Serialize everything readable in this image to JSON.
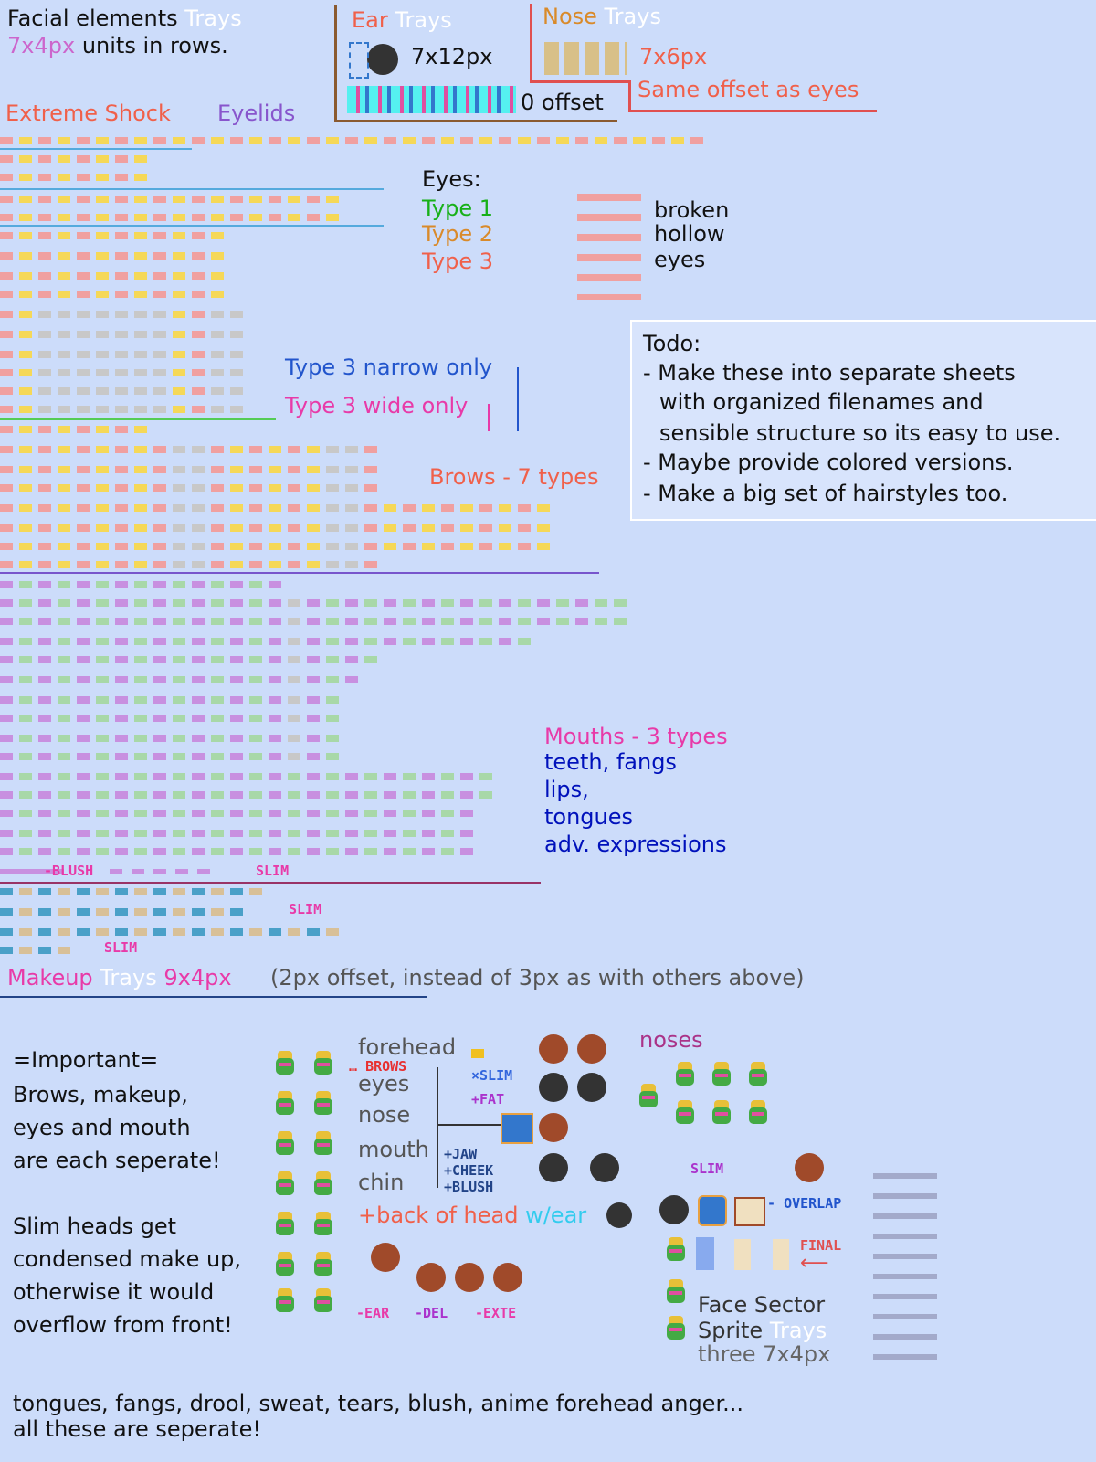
{
  "header": {
    "facial_prefix": "Facial elements ",
    "facial_trays": "Trays",
    "units": "7x4px",
    "units_rest": " units in rows."
  },
  "ear": {
    "title_a": "Ear ",
    "title_b": "Trays",
    "size": "7x12px",
    "offset": "0 offset"
  },
  "nose": {
    "title_a": "Nose ",
    "title_b": "Trays",
    "size": "7x6px",
    "note": "Same offset as eyes"
  },
  "sections": {
    "extreme_shock": "Extreme Shock",
    "eyelids": "Eyelids",
    "eyes_label": "Eyes:",
    "type1": "Type 1",
    "type2": "Type 2",
    "type3": "Type 3",
    "broken": "broken",
    "hollow": "hollow",
    "eyes_word": "eyes",
    "narrow": "Type 3 narrow only",
    "wide": "Type 3 wide only",
    "brows": "Brows - 7 types",
    "mouths": "Mouths - 3 types",
    "teeth": "teeth, fangs",
    "lips": "lips,",
    "tongues": "tongues",
    "adv": "adv. expressions",
    "blush": "-BLUSH",
    "slim1": "SLIM",
    "slim2": "SLIM",
    "slim3": "SLIM",
    "makeup_a": "Makeup ",
    "makeup_b": "Trays",
    "makeup_c": " 9x4px",
    "makeup_note": "(2px offset, instead of 3px as with others above)"
  },
  "todo": {
    "title": "Todo:",
    "l1": "- Make these into separate sheets",
    "l2": "  with organized filenames and",
    "l3": "  sensible structure so its easy to use.",
    "l4": "- Maybe provide colored versions.",
    "l5": "- Make a big set of hairstyles too."
  },
  "important": {
    "l1": "=Important=",
    "l2": "Brows, makeup,",
    "l3": "eyes and mouth",
    "l4": "are each seperate!",
    "l5": "Slim heads get",
    "l6": "condensed make up,",
    "l7": "otherwise it would",
    "l8": "overflow from front!"
  },
  "diagram": {
    "forehead": "forehead",
    "brows": "BROWS",
    "eyes": "eyes",
    "nose": "nose",
    "mouth": "mouth",
    "chin": "chin",
    "slim": "×SLIM",
    "fat": "+FAT",
    "jaw": "+JAW",
    "cheek": "+CHEEK",
    "blush": "+BLUSH",
    "back_a": "+back of head ",
    "back_b": "w/ear",
    "ear_tag": "-EAR",
    "del_tag": "-DEL",
    "exte_tag": "-EXTE",
    "noses": "noses",
    "slim_tag": "SLIM",
    "overlap": "OVERLAP",
    "final": "FINAL",
    "face_sector": "Face Sector",
    "sprite_a": "Sprite ",
    "sprite_b": "Trays",
    "three": "three 7x4px"
  },
  "footer": {
    "l1": "tongues, fangs, drool, sweat, tears, blush, anime forehead anger...",
    "l2": "all these are seperate!"
  },
  "colors": {
    "background": "#ccdcfa",
    "salmon": "#f0a0a0",
    "yellow": "#f5d858",
    "violet": "#c890e0",
    "mint": "#a8d8a8",
    "tan": "#d8c098",
    "steel": "#4aa0c8"
  }
}
